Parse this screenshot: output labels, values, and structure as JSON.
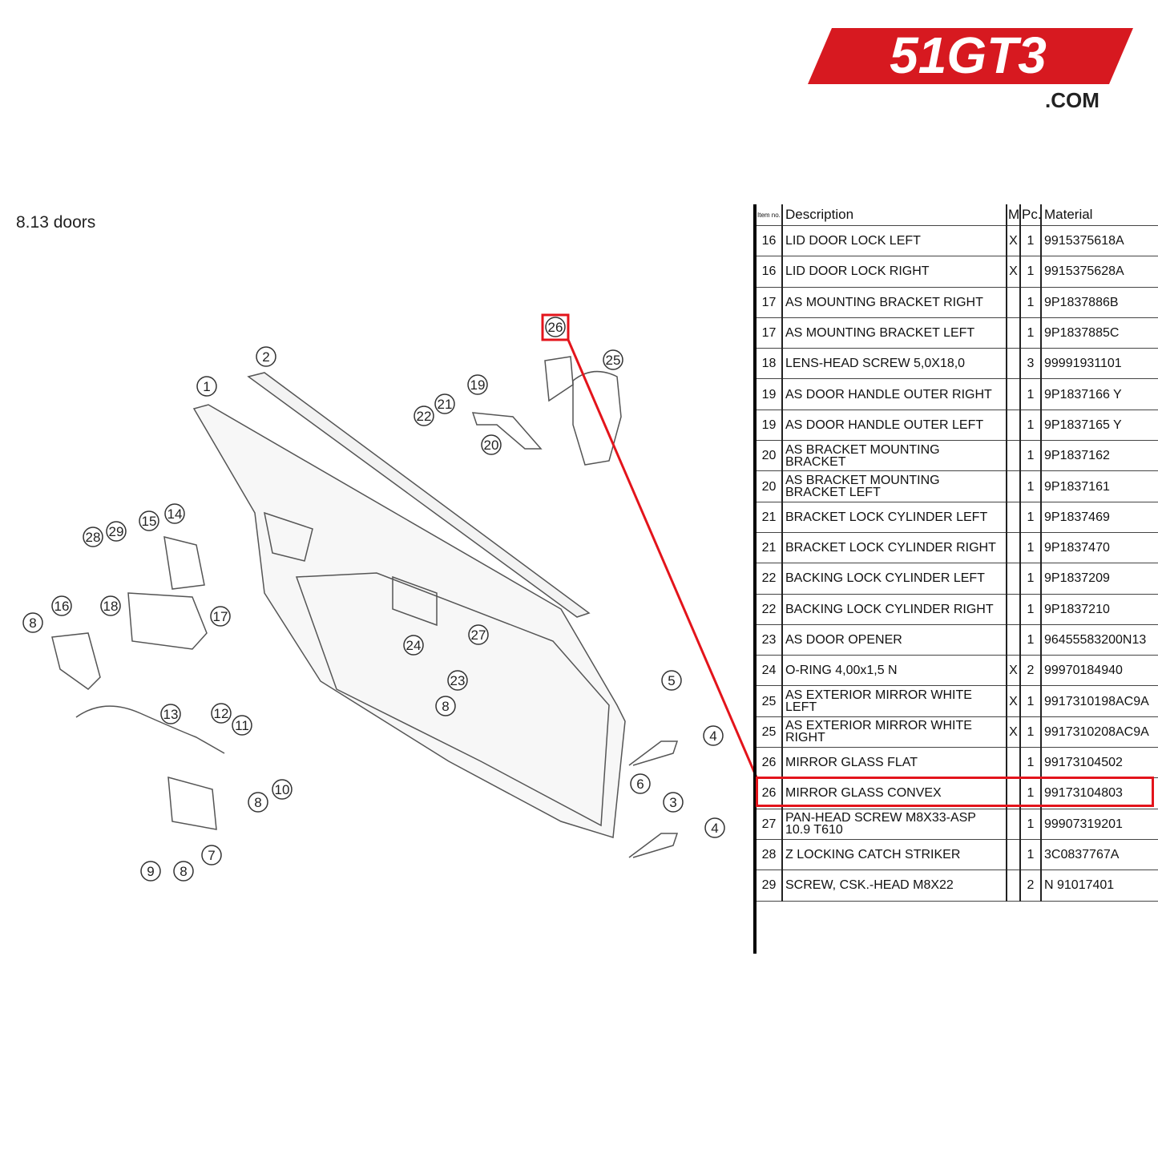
{
  "brand": {
    "logo_text": "51GT3",
    "domain": ".COM",
    "color": "#d71920"
  },
  "section_title": "8.13  doors",
  "highlight_color": "#e3141b",
  "table": {
    "headers": {
      "item": "Item no.",
      "description": "Description",
      "m": "M",
      "pc": "Pc.",
      "material": "Material"
    },
    "rows": [
      {
        "item": "16",
        "description": "LID DOOR LOCK LEFT",
        "m": "X",
        "pc": "1",
        "material": "9915375618A"
      },
      {
        "item": "16",
        "description": "LID DOOR LOCK RIGHT",
        "m": "X",
        "pc": "1",
        "material": "9915375628A"
      },
      {
        "item": "17",
        "description": "AS MOUNTING BRACKET RIGHT",
        "m": "",
        "pc": "1",
        "material": "9P1837886B"
      },
      {
        "item": "17",
        "description": "AS MOUNTING BRACKET LEFT",
        "m": "",
        "pc": "1",
        "material": "9P1837885C"
      },
      {
        "item": "18",
        "description": "LENS-HEAD SCREW 5,0X18,0",
        "m": "",
        "pc": "3",
        "material": "99991931101"
      },
      {
        "item": "19",
        "description": "AS DOOR HANDLE OUTER RIGHT",
        "m": "",
        "pc": "1",
        "material": "9P1837166 Y"
      },
      {
        "item": "19",
        "description": "AS DOOR HANDLE OUTER LEFT",
        "m": "",
        "pc": "1",
        "material": "9P1837165 Y"
      },
      {
        "item": "20",
        "description": "AS BRACKET MOUNTING BRACKET",
        "m": "",
        "pc": "1",
        "material": "9P1837162"
      },
      {
        "item": "20",
        "description": "AS BRACKET MOUNTING BRACKET LEFT",
        "m": "",
        "pc": "1",
        "material": "9P1837161"
      },
      {
        "item": "21",
        "description": "BRACKET LOCK CYLINDER LEFT",
        "m": "",
        "pc": "1",
        "material": "9P1837469"
      },
      {
        "item": "21",
        "description": "BRACKET LOCK CYLINDER RIGHT",
        "m": "",
        "pc": "1",
        "material": "9P1837470"
      },
      {
        "item": "22",
        "description": "BACKING LOCK CYLINDER LEFT",
        "m": "",
        "pc": "1",
        "material": "9P1837209"
      },
      {
        "item": "22",
        "description": "BACKING LOCK CYLINDER RIGHT",
        "m": "",
        "pc": "1",
        "material": "9P1837210"
      },
      {
        "item": "23",
        "description": "AS DOOR OPENER",
        "m": "",
        "pc": "1",
        "material": "96455583200N13"
      },
      {
        "item": "24",
        "description": "O-RING 4,00x1,5 N",
        "m": "X",
        "pc": "2",
        "material": "99970184940"
      },
      {
        "item": "25",
        "description": "AS EXTERIOR MIRROR WHITE LEFT",
        "m": "X",
        "pc": "1",
        "material": "9917310198AC9A"
      },
      {
        "item": "25",
        "description": "AS EXTERIOR MIRROR WHITE RIGHT",
        "m": "X",
        "pc": "1",
        "material": "9917310208AC9A"
      },
      {
        "item": "26",
        "description": "MIRROR GLASS FLAT",
        "m": "",
        "pc": "1",
        "material": "99173104502"
      },
      {
        "item": "26",
        "description": "MIRROR GLASS CONVEX",
        "m": "",
        "pc": "1",
        "material": "99173104803"
      },
      {
        "item": "27",
        "description": "PAN-HEAD SCREW M8X33-ASP 10.9 T610",
        "m": "",
        "pc": "1",
        "material": "99907319201"
      },
      {
        "item": "28",
        "description": "Z LOCKING CATCH STRIKER",
        "m": "",
        "pc": "1",
        "material": "3C0837767A"
      },
      {
        "item": "29",
        "description": "SCREW, CSK.-HEAD M8X22",
        "m": "",
        "pc": "2",
        "material": "N  91017401"
      }
    ]
  },
  "callouts": [
    "1",
    "2",
    "26",
    "25",
    "19",
    "21",
    "22",
    "20",
    "14",
    "15",
    "29",
    "28",
    "16",
    "18",
    "17",
    "8",
    "24",
    "27",
    "23",
    "8",
    "5",
    "4",
    "13",
    "12",
    "11",
    "6",
    "3",
    "4",
    "10",
    "8",
    "7",
    "9",
    "8"
  ]
}
